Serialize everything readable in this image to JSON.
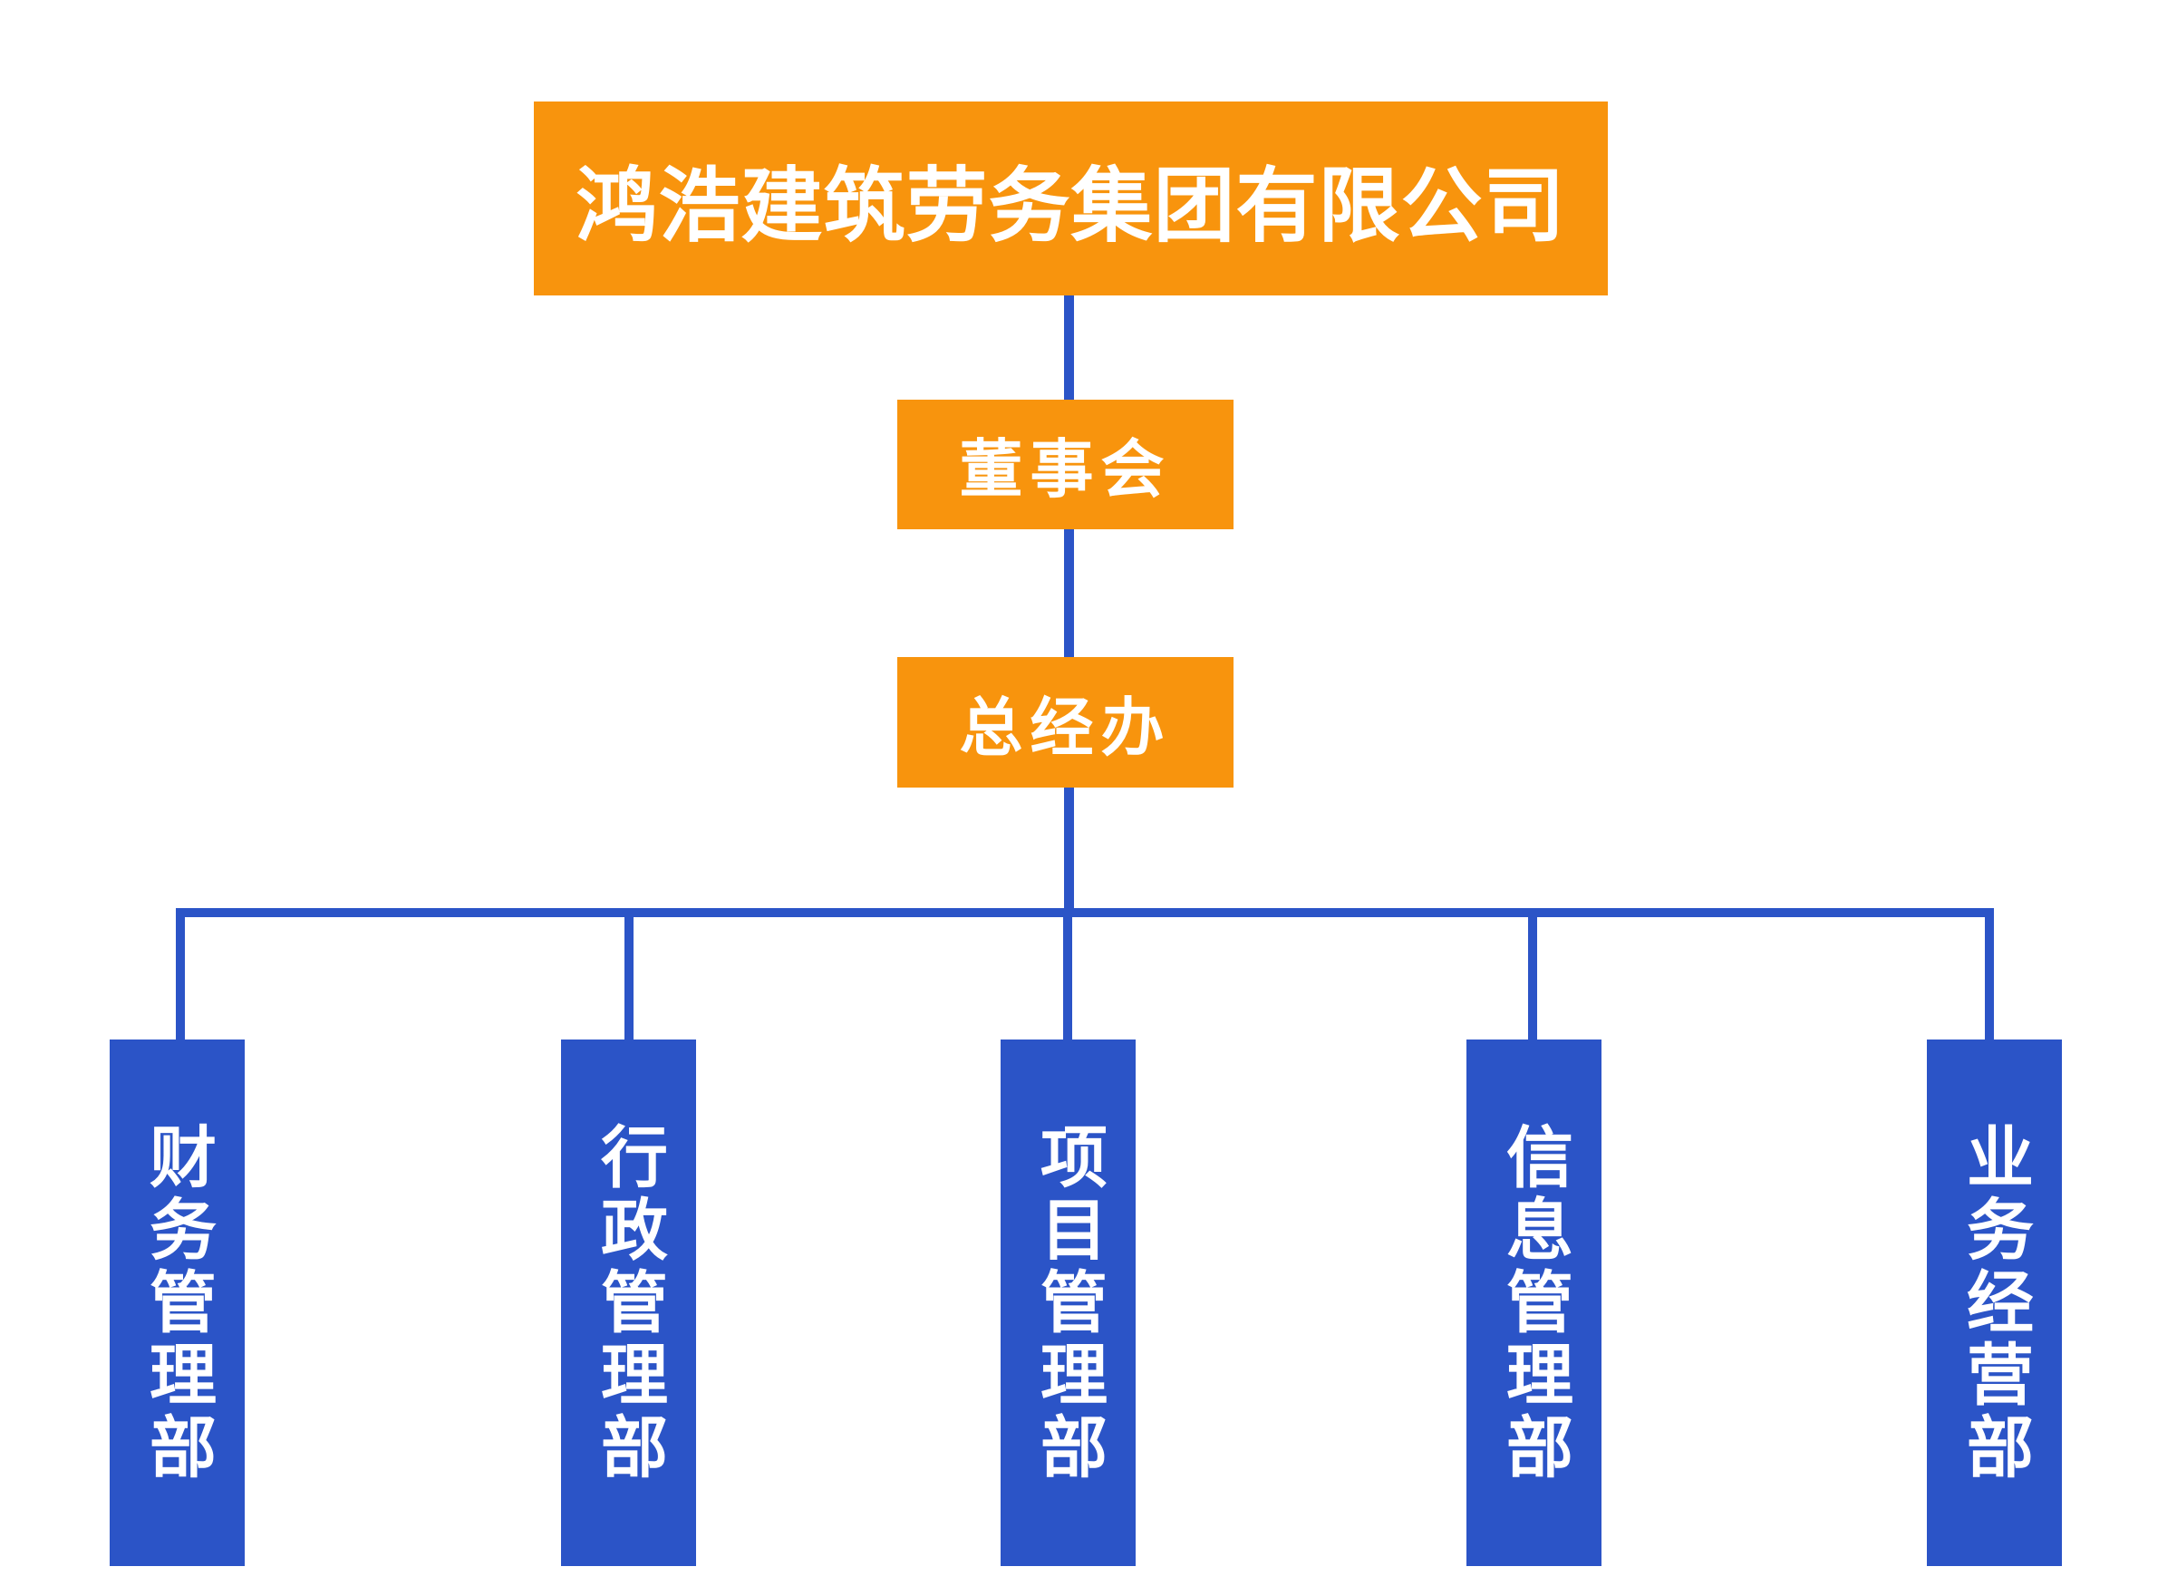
{
  "company": {
    "label": "鸿浩建筑劳务集团有限公司"
  },
  "board": {
    "label": "董事会"
  },
  "gm_office": {
    "label": "总经办"
  },
  "departments": [
    {
      "label": "财务管理部"
    },
    {
      "label": "行政管理部"
    },
    {
      "label": "项目管理部"
    },
    {
      "label": "信息管理部"
    },
    {
      "label": "业务经营部"
    }
  ],
  "colors": {
    "primary_orange": "#F8940D",
    "primary_blue": "#2B54C7",
    "connector_blue": "#2B54C7",
    "text_white": "#FFFFFF",
    "background": "#FFFFFF"
  }
}
